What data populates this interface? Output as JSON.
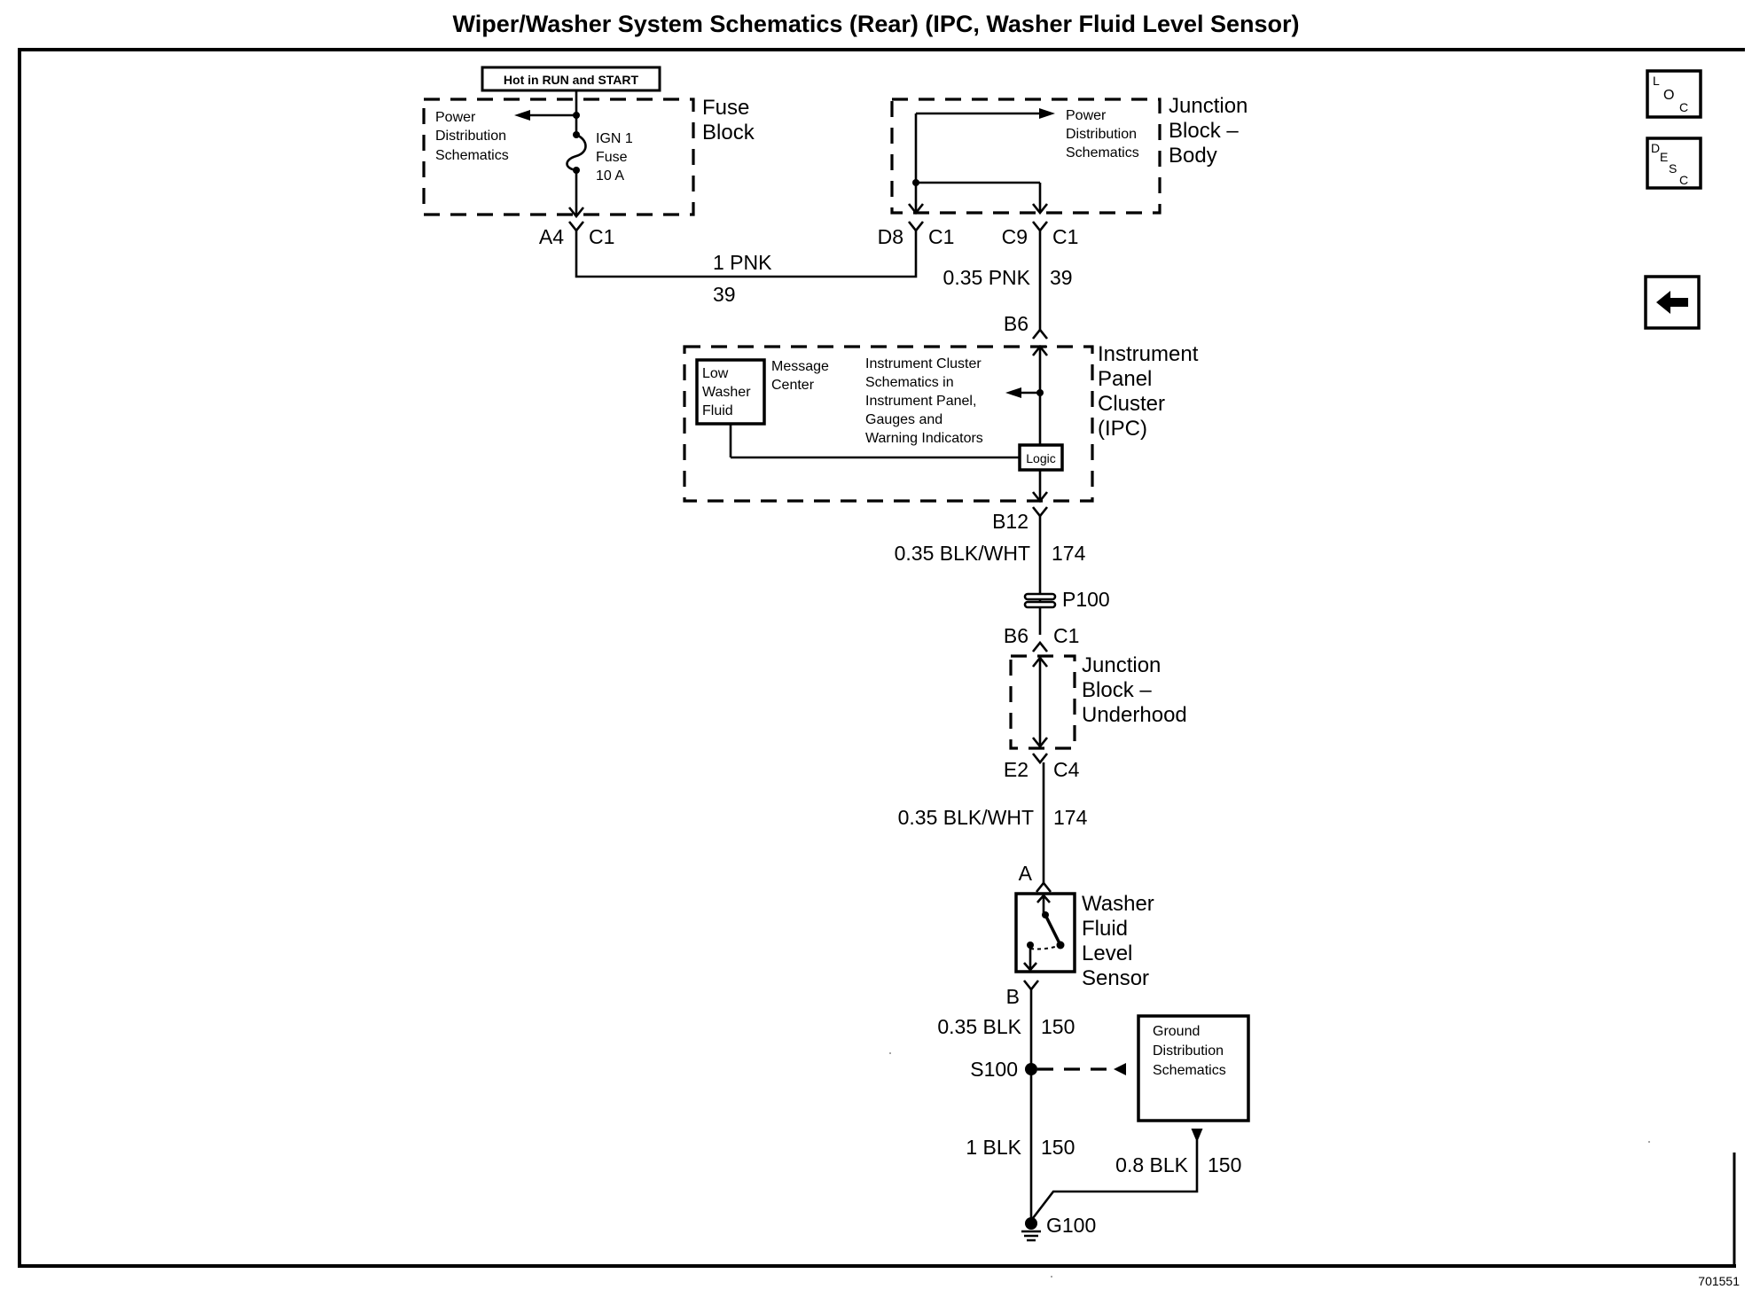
{
  "title": "Wiper/Washer System Schematics (Rear) (IPC, Washer Fluid Level Sensor)",
  "figure_id": "701551",
  "nav": {
    "loc": {
      "top": "L",
      "mid": "O",
      "bot": "C"
    },
    "desc": {
      "c1": "D",
      "c2": "E",
      "c3": "S",
      "c4": "C"
    },
    "back_icon": "arrow-left-icon"
  },
  "fuse_block": {
    "hot_label": "Hot in RUN and START",
    "name_line1": "Fuse",
    "name_line2": "Block",
    "pd_line1": "Power",
    "pd_line2": "Distribution",
    "pd_line3": "Schematics",
    "fuse_line1": "IGN 1",
    "fuse_line2": "Fuse",
    "fuse_line3": "10 A",
    "pin": "A4",
    "conn": "C1"
  },
  "jb_body": {
    "name_line1": "Junction",
    "name_line2": "Block –",
    "name_line3": "Body",
    "pd_line1": "Power",
    "pd_line2": "Distribution",
    "pd_line3": "Schematics",
    "pin1": "D8",
    "conn1": "C1",
    "pin2": "C9",
    "conn2": "C1"
  },
  "wires": {
    "w1_gauge": "1 PNK",
    "w1_circuit": "39",
    "w2_gauge": "0.35 PNK",
    "w2_circuit": "39",
    "w3_gauge": "0.35 BLK/WHT",
    "w3_circuit": "174",
    "w4_gauge": "0.35 BLK/WHT",
    "w4_circuit": "174",
    "w5_gauge": "0.35 BLK",
    "w5_circuit": "150",
    "w6_gauge": "1 BLK",
    "w6_circuit": "150",
    "w7_gauge": "0.8 BLK",
    "w7_circuit": "150"
  },
  "ipc": {
    "pin_in": "B6",
    "pin_out": "B12",
    "name_line1": "Instrument",
    "name_line2": "Panel",
    "name_line3": "Cluster",
    "name_line4": "(IPC)",
    "lamp_line1": "Low",
    "lamp_line2": "Washer",
    "lamp_line3": "Fluid",
    "mc_line1": "Message",
    "mc_line2": "Center",
    "ref_line1": "Instrument Cluster",
    "ref_line2": "Schematics in",
    "ref_line3": "Instrument Panel,",
    "ref_line4": "Gauges and",
    "ref_line5": "Warning Indicators",
    "logic": "Logic"
  },
  "p100": "P100",
  "jb_underhood": {
    "pin_in": "B6",
    "conn_in": "C1",
    "name_line1": "Junction",
    "name_line2": "Block –",
    "name_line3": "Underhood",
    "pin_out": "E2",
    "conn_out": "C4"
  },
  "sensor": {
    "pin_a": "A",
    "pin_b": "B",
    "name_line1": "Washer",
    "name_line2": "Fluid",
    "name_line3": "Level",
    "name_line4": "Sensor"
  },
  "splice": "S100",
  "ground_ref": {
    "line1": "Ground",
    "line2": "Distribution",
    "line3": "Schematics"
  },
  "ground": "G100"
}
